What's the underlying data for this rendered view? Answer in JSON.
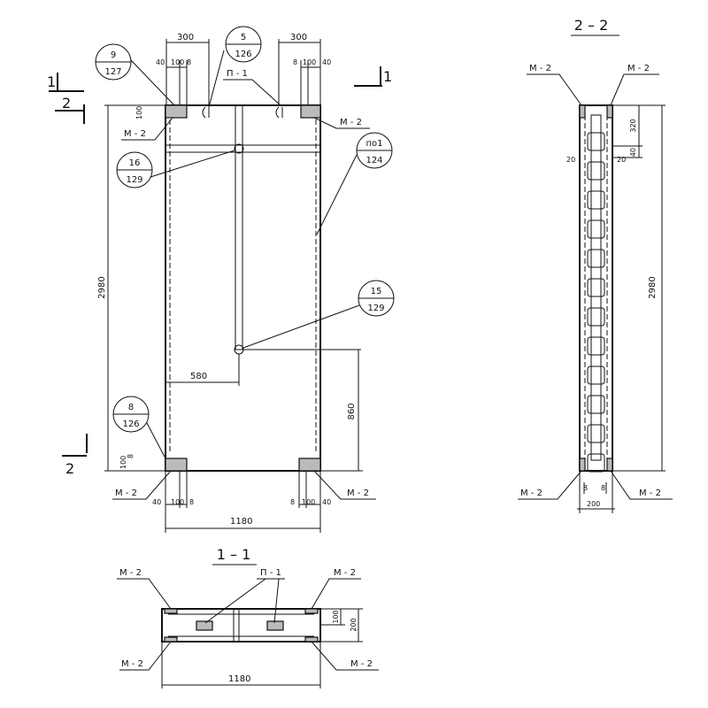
{
  "elevation": {
    "callouts": [
      {
        "top": "9",
        "bottom": "127"
      },
      {
        "top": "5",
        "bottom": "126"
      },
      {
        "top": "16",
        "bottom": "129"
      },
      {
        "top": "по1",
        "bottom": "124"
      },
      {
        "top": "15",
        "bottom": "129"
      },
      {
        "top": "8",
        "bottom": "126"
      }
    ],
    "labels": {
      "m2": "М - 2",
      "p1": "П - 1"
    },
    "dims": {
      "d300": "300",
      "d40": "40",
      "d100": "100",
      "d8": "8",
      "d2980": "2980",
      "d580": "580",
      "d860": "860",
      "d1180": "1180"
    },
    "section_marks": {
      "s1": "1",
      "s2": "2"
    }
  },
  "section22": {
    "title": "2 – 2",
    "labels": {
      "m2": "М - 2"
    },
    "dims": {
      "d320": "320",
      "d40": "40",
      "d20": "20",
      "d2980": "2980",
      "d8": "8",
      "d200": "200"
    }
  },
  "section11": {
    "title": "1 – 1",
    "labels": {
      "m2": "М - 2",
      "p1": "П - 1"
    },
    "dims": {
      "d100": "100",
      "d200": "200",
      "d1180": "1180"
    }
  }
}
